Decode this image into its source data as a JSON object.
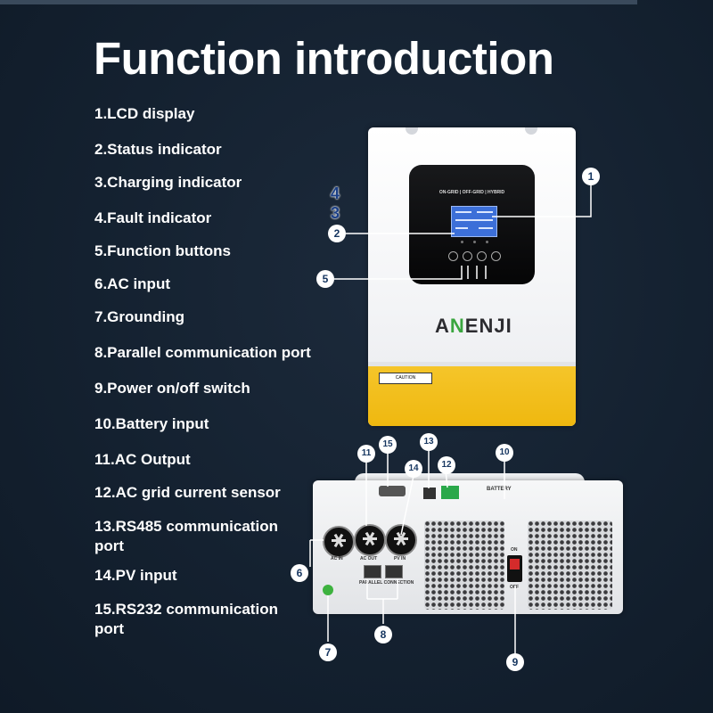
{
  "title": "Function introduction",
  "functions": [
    "1.LCD display",
    "2.Status indicator",
    "3.Charging indicator",
    "4.Fault indicator",
    "5.Function buttons",
    "6.AC input",
    "7.Grounding",
    "8.Parallel communication port",
    "9.Power on/off switch",
    "10.Battery input",
    "11.AC Output",
    "12.AC grid current sensor",
    "13.RS485 communication port",
    "14.PV input",
    "15.RS232 communication port"
  ],
  "device": {
    "brand": "ANENJI",
    "panel_text": "ON-GRID | OFF-GRID | HYBRID",
    "caution_label": "CAUTION",
    "back_labels": {
      "ac_in": "AC IN",
      "ac_out": "AC OUT",
      "pv_in": "PV IN",
      "parallel": "PARALLEL CONNECTION",
      "battery": "BATTERY",
      "on": "ON",
      "off": "OFF"
    }
  },
  "callouts": [
    "1",
    "2",
    "3",
    "4",
    "5",
    "6",
    "7",
    "8",
    "9",
    "10",
    "11",
    "12",
    "13",
    "14",
    "15"
  ],
  "colors": {
    "background": "#142130",
    "accent_yellow": "#f5c52a",
    "badge_text": "#173761"
  }
}
